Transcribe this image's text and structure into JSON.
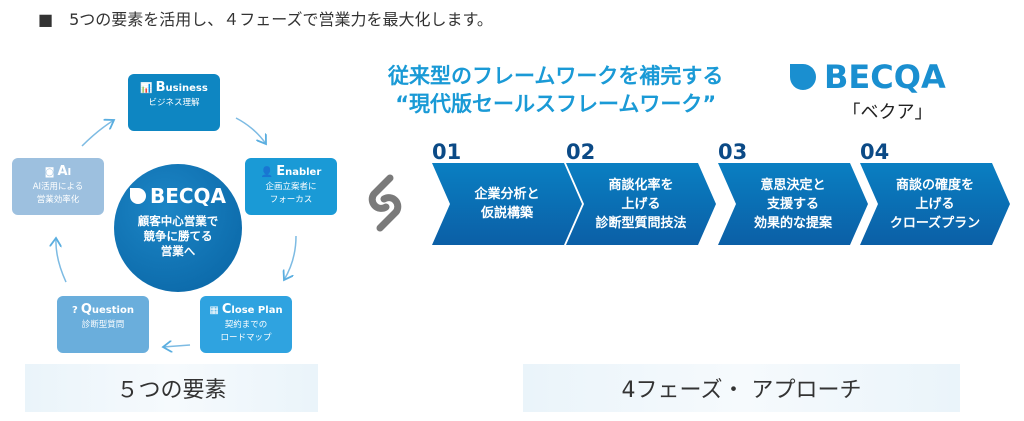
{
  "heading": "■　5つの要素を活用し、４フェーズで営業力を最大化します。",
  "elements": [
    {
      "initial": "B",
      "rest": "usiness",
      "sub1": "ビジネス理解",
      "sub2": "",
      "icon": "bar-chart-icon",
      "color": "#0e86c2"
    },
    {
      "initial": "E",
      "rest": "nabler",
      "sub1": "企画立案者に",
      "sub2": "フォーカス",
      "icon": "person-icon",
      "color": "#1a9ad6"
    },
    {
      "initial": "C",
      "rest": "lose Plan",
      "sub1": "契約までの",
      "sub2": "ロードマップ",
      "icon": "calendar-icon",
      "color": "#2fa3e0"
    },
    {
      "initial": "Q",
      "rest": "uestion",
      "sub1": "診断型質問",
      "sub2": "",
      "icon": "question-icon",
      "color": "#6aaedc"
    },
    {
      "initial": "A",
      "rest": "I",
      "sub1": "AI活用による",
      "sub2": "営業効率化",
      "icon": "robot-icon",
      "color": "#9dc0df"
    }
  ],
  "center": {
    "logo": "BECQA",
    "line1": "顧客中心営業で",
    "line2": "競争に勝てる",
    "line3": "営業へ"
  },
  "left_label": "５つの要素",
  "right_label": "4フェーズ・ アプローチ",
  "title": {
    "line1": "従来型のフレームワークを補完する",
    "line2": "“現代版セールスフレームワーク”"
  },
  "brand": {
    "logo": "BECQA",
    "reading": "「ベクア」"
  },
  "phases": [
    {
      "num": "01",
      "lines": [
        "企業分析と",
        "仮説構築"
      ]
    },
    {
      "num": "02",
      "lines": [
        "商談化率を",
        "上げる",
        "診断型質問技法"
      ]
    },
    {
      "num": "03",
      "lines": [
        "意思決定と",
        "支援する",
        "効果的な提案"
      ]
    },
    {
      "num": "04",
      "lines": [
        "商談の確度を",
        "上げる",
        "クローズプラン"
      ]
    }
  ]
}
